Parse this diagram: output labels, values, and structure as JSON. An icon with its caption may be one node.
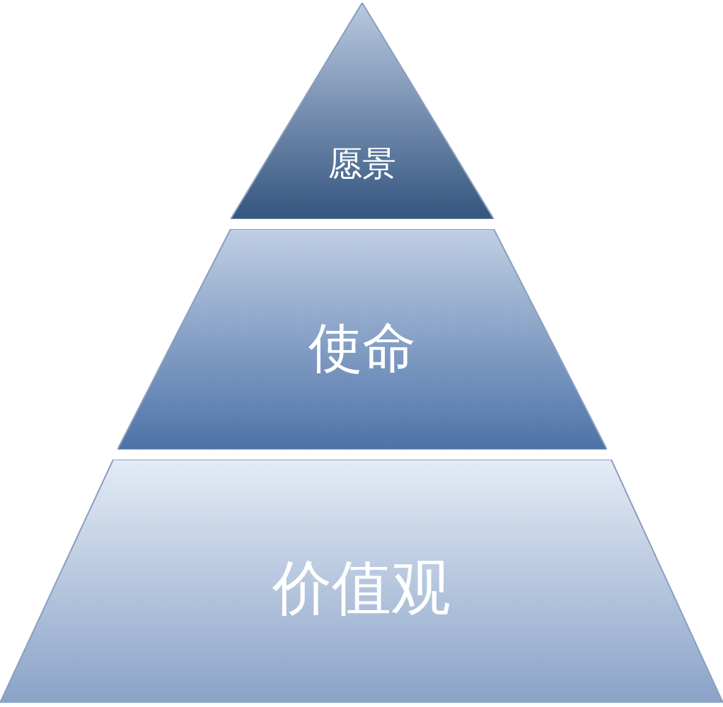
{
  "diagram": {
    "nodes": [
      {
        "text": [
          "愿景"
        ]
      },
      {
        "text": [
          "使命"
        ]
      },
      {
        "text": [
          "价值观"
        ]
      }
    ]
  }
}
